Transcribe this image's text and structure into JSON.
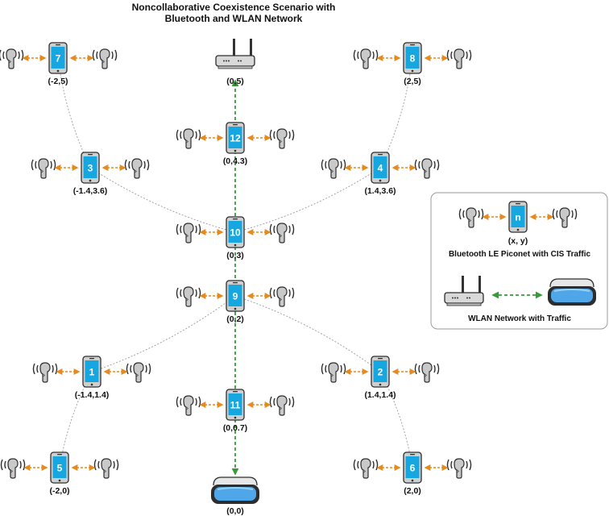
{
  "title_line1": "Noncollaborative Coexistence Scenario with",
  "title_line2": "Bluetooth and WLAN Network",
  "colors": {
    "bt_link": "#e58a1f",
    "wlan_link": "#3a9a3a",
    "phone_screen": "#16a6e0",
    "phone_body": "#cfcfcf",
    "headset_lens": "#4fa6e8",
    "piconet_line": "#9a9a9a"
  },
  "piconets": [
    {
      "id": "1",
      "coord": "(-1.4,1.4)"
    },
    {
      "id": "2",
      "coord": "(1.4,1.4)"
    },
    {
      "id": "3",
      "coord": "(-1.4,3.6)"
    },
    {
      "id": "4",
      "coord": "(1.4,3.6)"
    },
    {
      "id": "5",
      "coord": "(-2,0)"
    },
    {
      "id": "6",
      "coord": "(2,0)"
    },
    {
      "id": "7",
      "coord": "(-2,5)"
    },
    {
      "id": "8",
      "coord": "(2,5)"
    },
    {
      "id": "9",
      "coord": "(0,2)"
    },
    {
      "id": "10",
      "coord": "(0,3)"
    },
    {
      "id": "11",
      "coord": "(0,0.7)"
    },
    {
      "id": "12",
      "coord": "(0,4.3)"
    }
  ],
  "router": {
    "icon": "wifi-router-icon",
    "coord": "(0,5)"
  },
  "headset": {
    "icon": "vr-headset-icon",
    "coord": "(0,0)"
  },
  "legend": {
    "piconet_symbol": "n",
    "piconet_coord": "(x, y)",
    "piconet_label": "Bluetooth LE Piconet with CIS Traffic",
    "wlan_label": "WLAN Network with Traffic"
  }
}
